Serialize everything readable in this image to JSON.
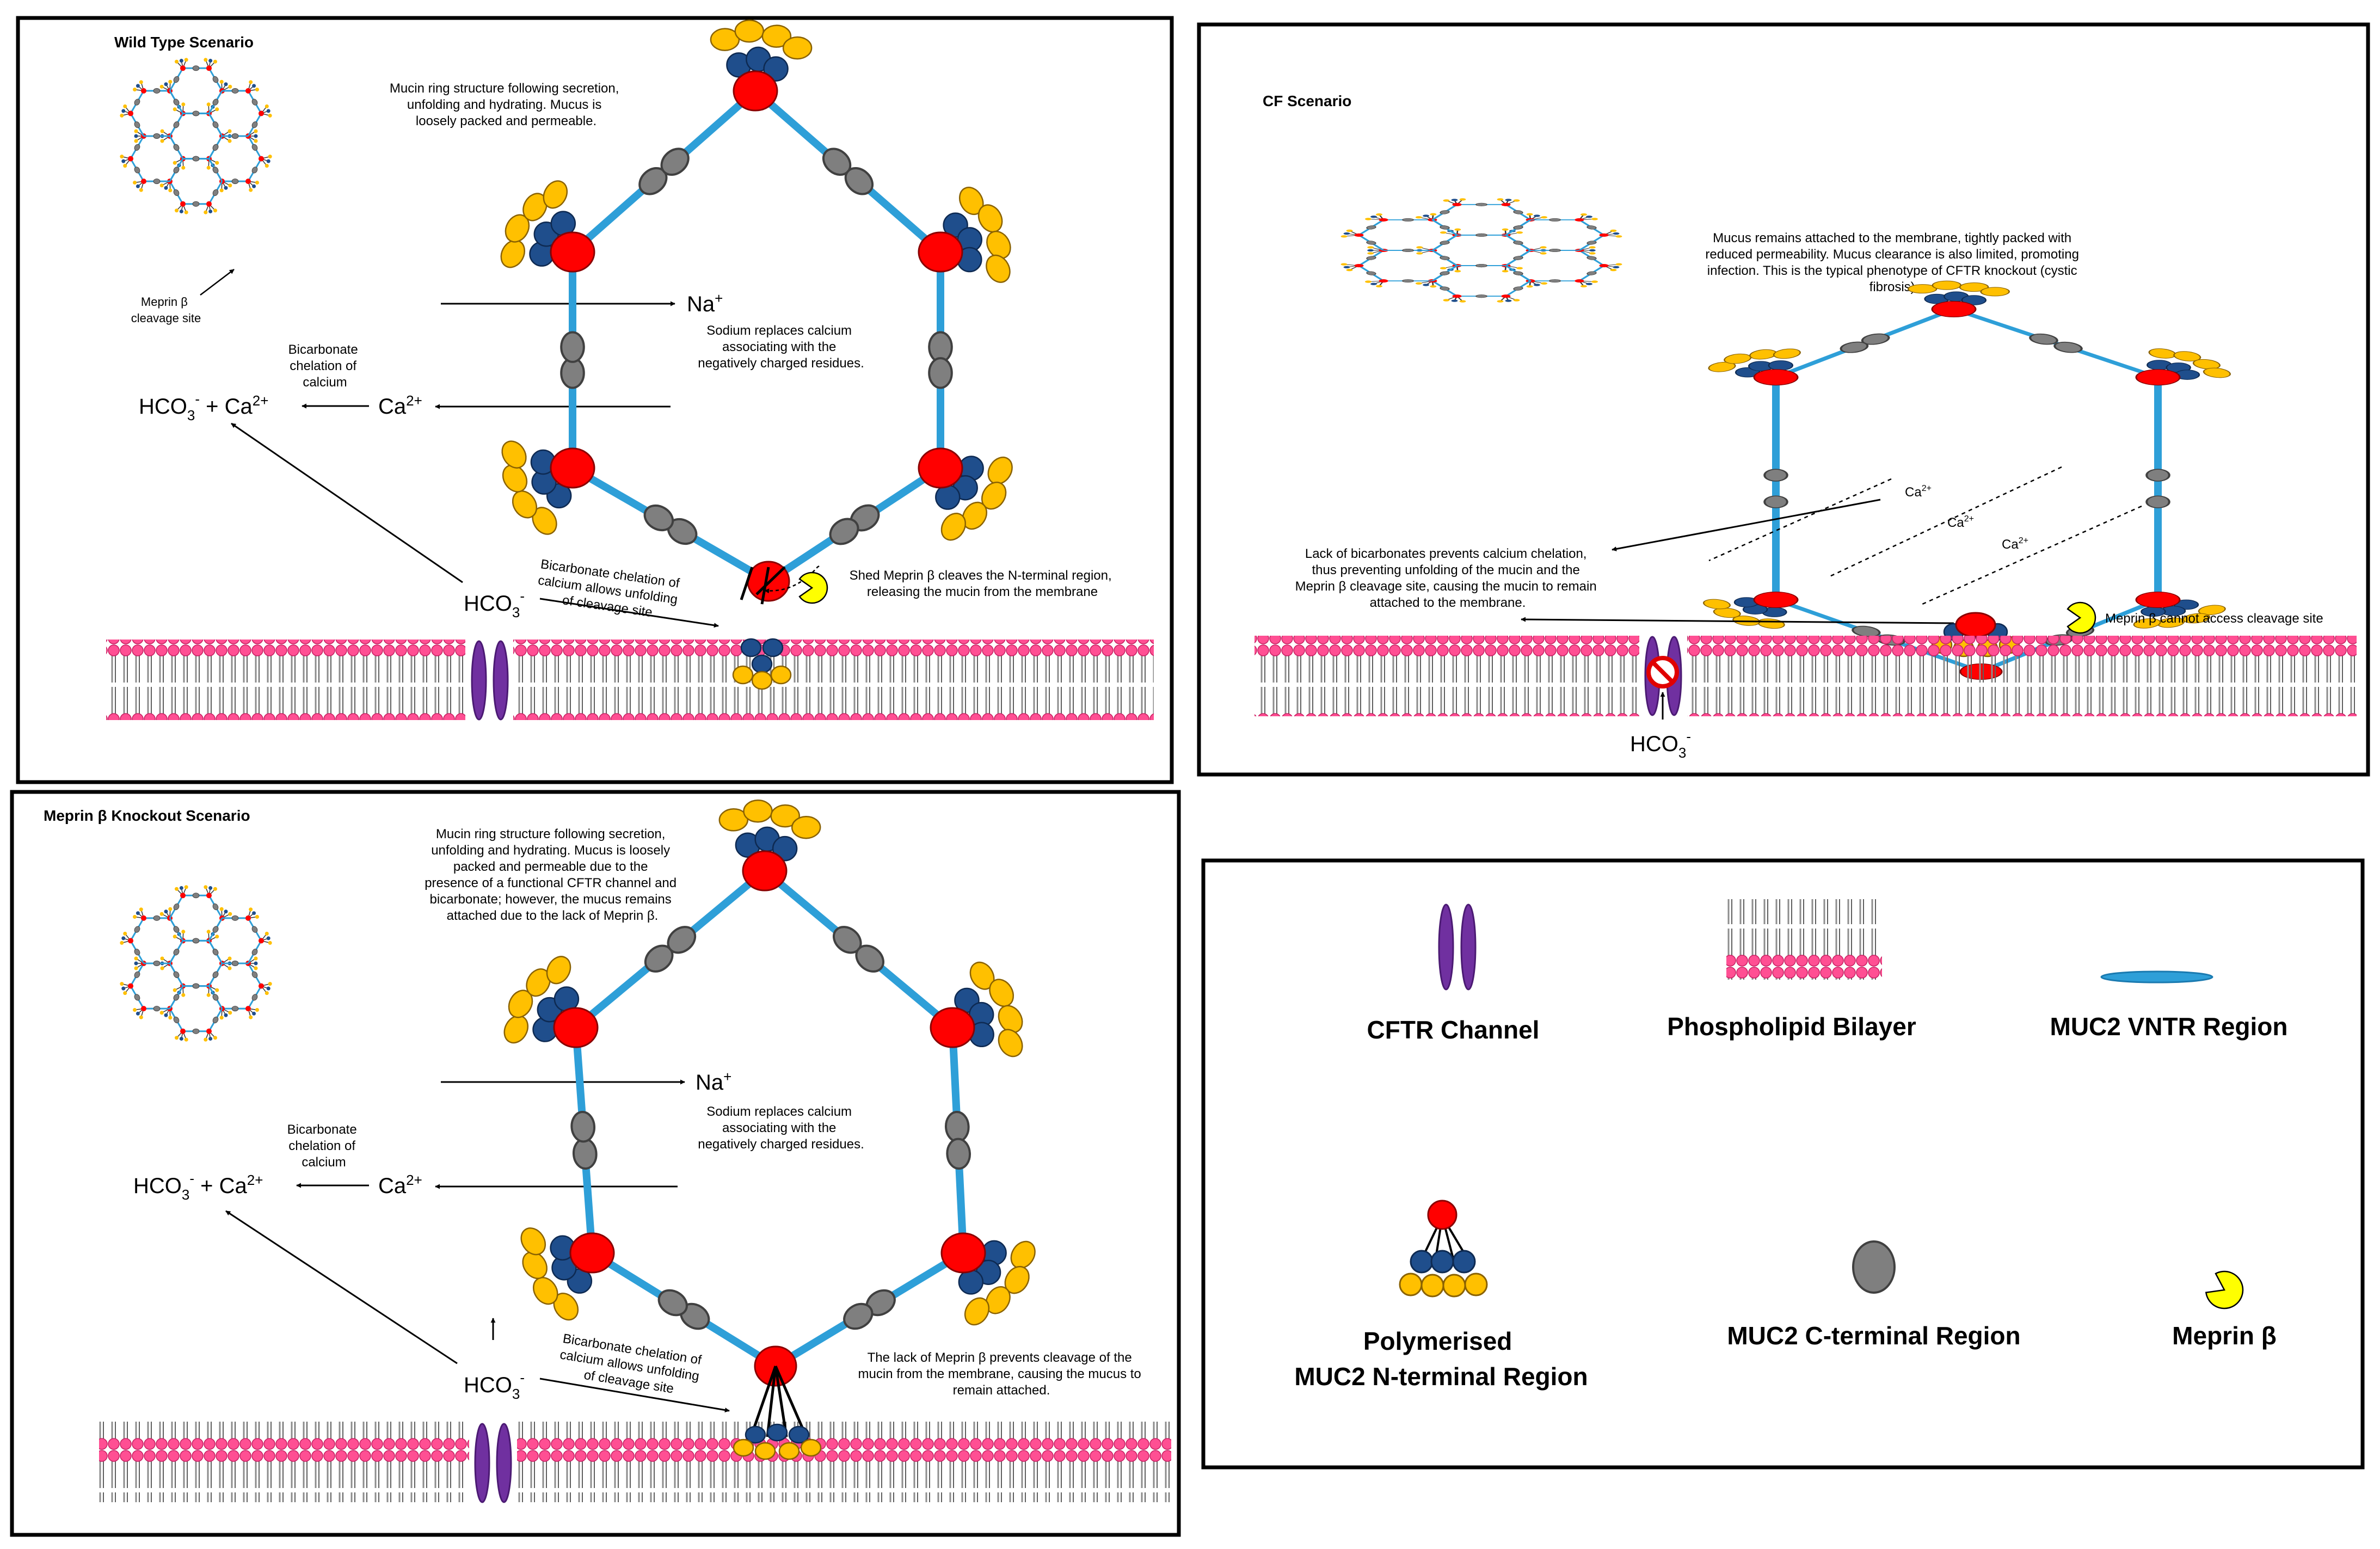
{
  "panels": {
    "wild": {
      "title": "Wild Type Scenario",
      "desc": [
        "Mucin ring structure following secretion,",
        "unfolding and hydrating. Mucus is",
        "loosely packed and permeable."
      ],
      "cleavage_label": [
        "Meprin β",
        "cleavage site"
      ],
      "sodium": "Na",
      "sodium_sup": "+",
      "sodium_desc": [
        "Sodium replaces calcium",
        "associating with the",
        "negatively charged residues."
      ],
      "chelation": [
        "Bicarbonate",
        "chelation of",
        "calcium"
      ],
      "eq_hco3": "HCO",
      "eq_sub": "3",
      "eq_minus": "-",
      "eq_plus_ca": " + Ca",
      "eq_ca_sup": "2+",
      "ca": "Ca",
      "ca_sup": "2+",
      "hco3": "HCO",
      "hco3_sub": "3",
      "hco3_sup": "-",
      "unfold": [
        "Bicarbonate chelation of",
        "calcium allows unfolding",
        "of cleavage site"
      ],
      "shed": [
        "Shed Meprin β cleaves the N-terminal region,",
        "releasing the mucin from the membrane"
      ]
    },
    "cf": {
      "title": "CF Scenario",
      "desc": [
        "Mucus remains attached to the membrane, tightly packed with",
        "reduced permeability. Mucus clearance is also limited, promoting",
        "infection. This is the typical phenotype of CFTR knockout (cystic",
        "fibrosis)."
      ],
      "lack": [
        "Lack of bicarbonates prevents calcium chelation,",
        "thus preventing unfolding of the mucin and the",
        "Meprin β cleavage site, causing the mucin to remain",
        "attached to the membrane."
      ],
      "ca": "Ca",
      "ca_sup": "2+",
      "meprin_note": "Meprin β cannot access cleavage site",
      "hco3": "HCO",
      "hco3_sub": "3",
      "hco3_sup": "-"
    },
    "ko": {
      "title": "Meprin β Knockout Scenario",
      "desc": [
        "Mucin ring structure following secretion,",
        "unfolding and hydrating. Mucus is loosely",
        "packed and permeable due to the",
        "presence of a functional CFTR channel and",
        "bicarbonate; however, the mucus remains",
        "attached due to the lack of Meprin β."
      ],
      "sodium": "Na",
      "sodium_sup": "+",
      "sodium_desc": [
        "Sodium replaces calcium",
        "associating with the",
        "negatively charged residues."
      ],
      "chelation": [
        "Bicarbonate",
        "chelation of",
        "calcium"
      ],
      "eq_hco3": "HCO",
      "eq_sub": "3",
      "eq_minus": "-",
      "eq_plus_ca": " + Ca",
      "eq_ca_sup": "2+",
      "ca": "Ca",
      "ca_sup": "2+",
      "hco3": "HCO",
      "hco3_sub": "3",
      "hco3_sup": "-",
      "unfold": [
        "Bicarbonate chelation of",
        "calcium allows unfolding",
        "of cleavage site"
      ],
      "lack": [
        "The lack of Meprin β prevents cleavage of the",
        "mucin from the membrane, causing the mucus to",
        "remain attached."
      ]
    }
  },
  "legend": {
    "cftr": "CFTR Channel",
    "bilayer": "Phospholipid Bilayer",
    "vntr": "MUC2 VNTR Region",
    "nterm": [
      "Polymerised",
      "MUC2 N-terminal Region"
    ],
    "cterm": "MUC2 C-terminal Region",
    "meprin": "Meprin β"
  },
  "colors": {
    "vntr": "#2e9fd8",
    "nterm_core": "#ff0000",
    "nterm_blue": "#1f4e8c",
    "nterm_yellow": "#ffc000",
    "cterm": "#7f7f7f",
    "cftr": "#7030a0",
    "lipid_head": "#ff4f93",
    "meprin": "#ffff00"
  }
}
